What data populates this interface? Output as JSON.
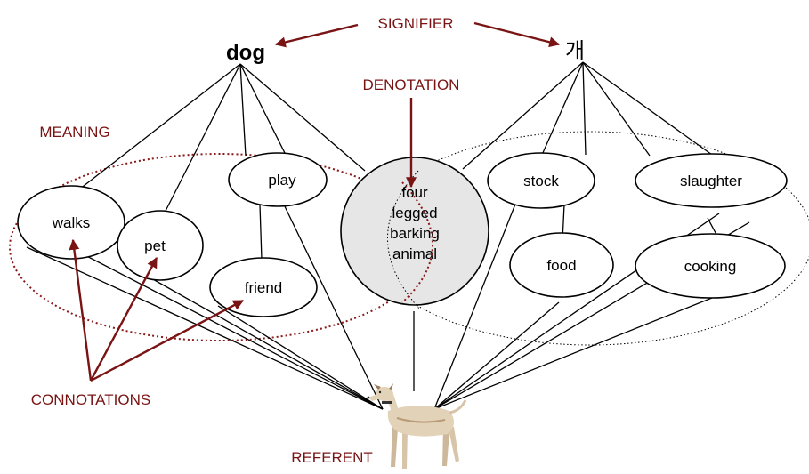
{
  "labels": {
    "signifier": "SIGNIFIER",
    "denotation": "DENOTATION",
    "meaning": "MEANING",
    "connotations": "CONNOTATIONS",
    "referent": "REFERENT"
  },
  "words": {
    "english": "dog",
    "korean": "개"
  },
  "nodes": {
    "walks": "walks",
    "pet": "pet",
    "play": "play",
    "friend": "friend",
    "denotation_lines": [
      "four",
      "legged",
      "barking",
      "animal"
    ],
    "stock": "stock",
    "slaughter": "slaughter",
    "food": "food",
    "cooking": "cooking"
  },
  "colors": {
    "accent": "#7a1414",
    "ink": "#000000",
    "denotation_fill": "#e6e6e6"
  },
  "images": {
    "referent": "dog-photo"
  }
}
